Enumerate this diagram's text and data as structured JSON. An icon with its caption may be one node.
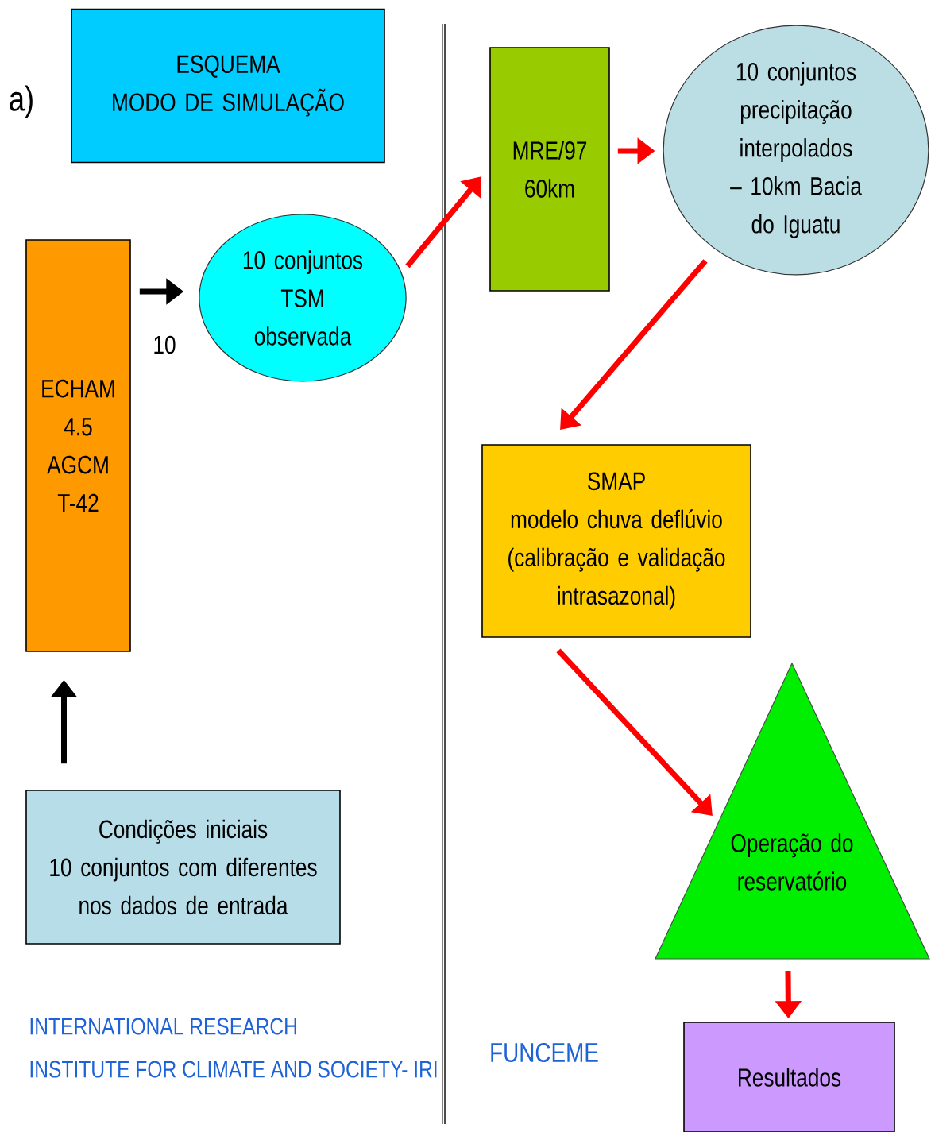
{
  "diagram": {
    "nodes": [
      {
        "text": [
          "ESQUEMA",
          "MODO DE SIMULAÇÃO"
        ]
      },
      {
        "text": [
          "ECHAM 4.5 AGCM T-42"
        ]
      },
      {
        "text": [
          "10 conjuntos TSM observada"
        ]
      },
      {
        "text": [
          "MRE/97 60km"
        ]
      },
      {
        "text": [
          "10 conjuntos precipitação interpolados – 10km Bacia do Iguatu"
        ]
      },
      {
        "text": [
          "SMAP",
          "modelo chuva deflúvio",
          "(calibração e validação intrasazonal)"
        ]
      },
      {
        "text": [
          "Operação do reservatório"
        ]
      },
      {
        "text": [
          "Resultados"
        ]
      },
      {
        "text": [
          "Condições iniciais",
          "10 conjuntos com diferentes nos dados de entrada"
        ]
      }
    ],
    "edges": [
      {
        "from": 8,
        "to": 1,
        "arrow": "to",
        "color": "#000000"
      },
      {
        "from": 1,
        "to": 2,
        "arrow": "to",
        "color": "#000000",
        "label": "10"
      },
      {
        "from": 2,
        "to": 3,
        "arrow": "to"
      },
      {
        "from": 3,
        "to": 4,
        "arrow": "to"
      },
      {
        "from": 4,
        "to": 5,
        "arrow": "to"
      },
      {
        "from": 5,
        "to": 6,
        "arrow": "to"
      },
      {
        "from": 6,
        "to": 7,
        "arrow": "to"
      }
    ],
    "labels": [
      "a)",
      "INTERNATIONAL RESEARCH",
      "INSTITUTE FOR CLIMATE AND SOCIETY- IRI",
      "FUNCEME"
    ]
  }
}
